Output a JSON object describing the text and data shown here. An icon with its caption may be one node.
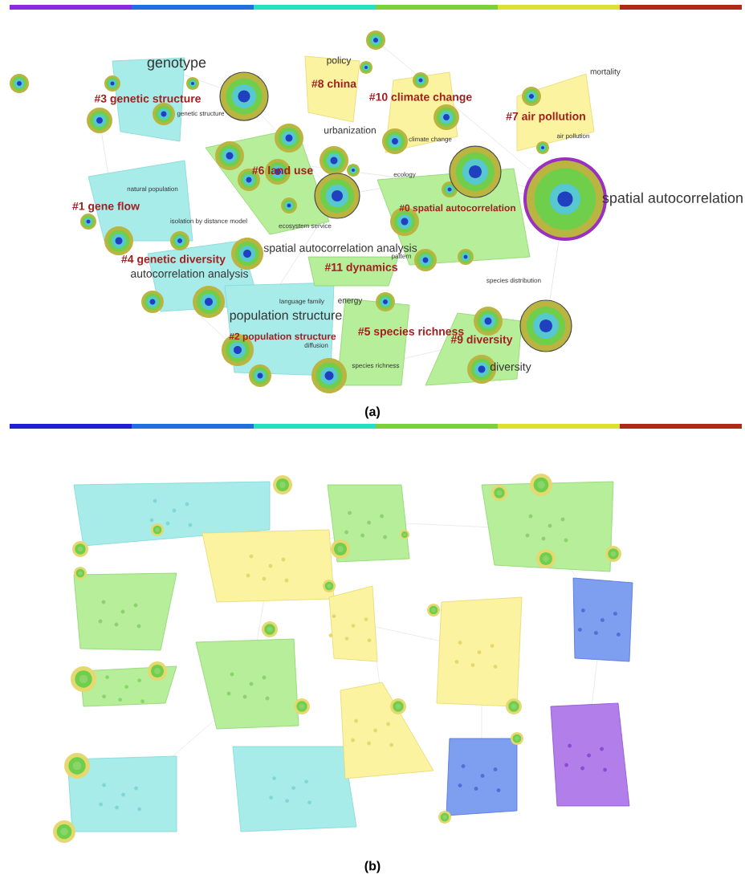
{
  "diagram": {
    "labels": [
      "genotype",
      "#3 genetic structure",
      "genetic structure",
      "policy",
      "#8 china",
      "urbanization",
      "#10 climate change",
      "climate change",
      "mortality",
      "#7 air pollution",
      "air pollution",
      "#6 land use",
      "ecology",
      "natural population",
      "#1 gene flow",
      "isolation by distance model",
      "spatial autocorrelation",
      "#0 spatial autocorrelation",
      "ecosystem service",
      "spatial autocorrelation analysis",
      "pattern",
      "#4 genetic diversity",
      "autocorrelation analysis",
      "#11 dynamics",
      "species distribution",
      "language family",
      "energy",
      "population structure",
      "#2 population structure",
      "#5 species richness",
      "#9 diversity",
      "diffusion",
      "diversity",
      "species richness",
      "(a)",
      "(b)"
    ]
  }
}
